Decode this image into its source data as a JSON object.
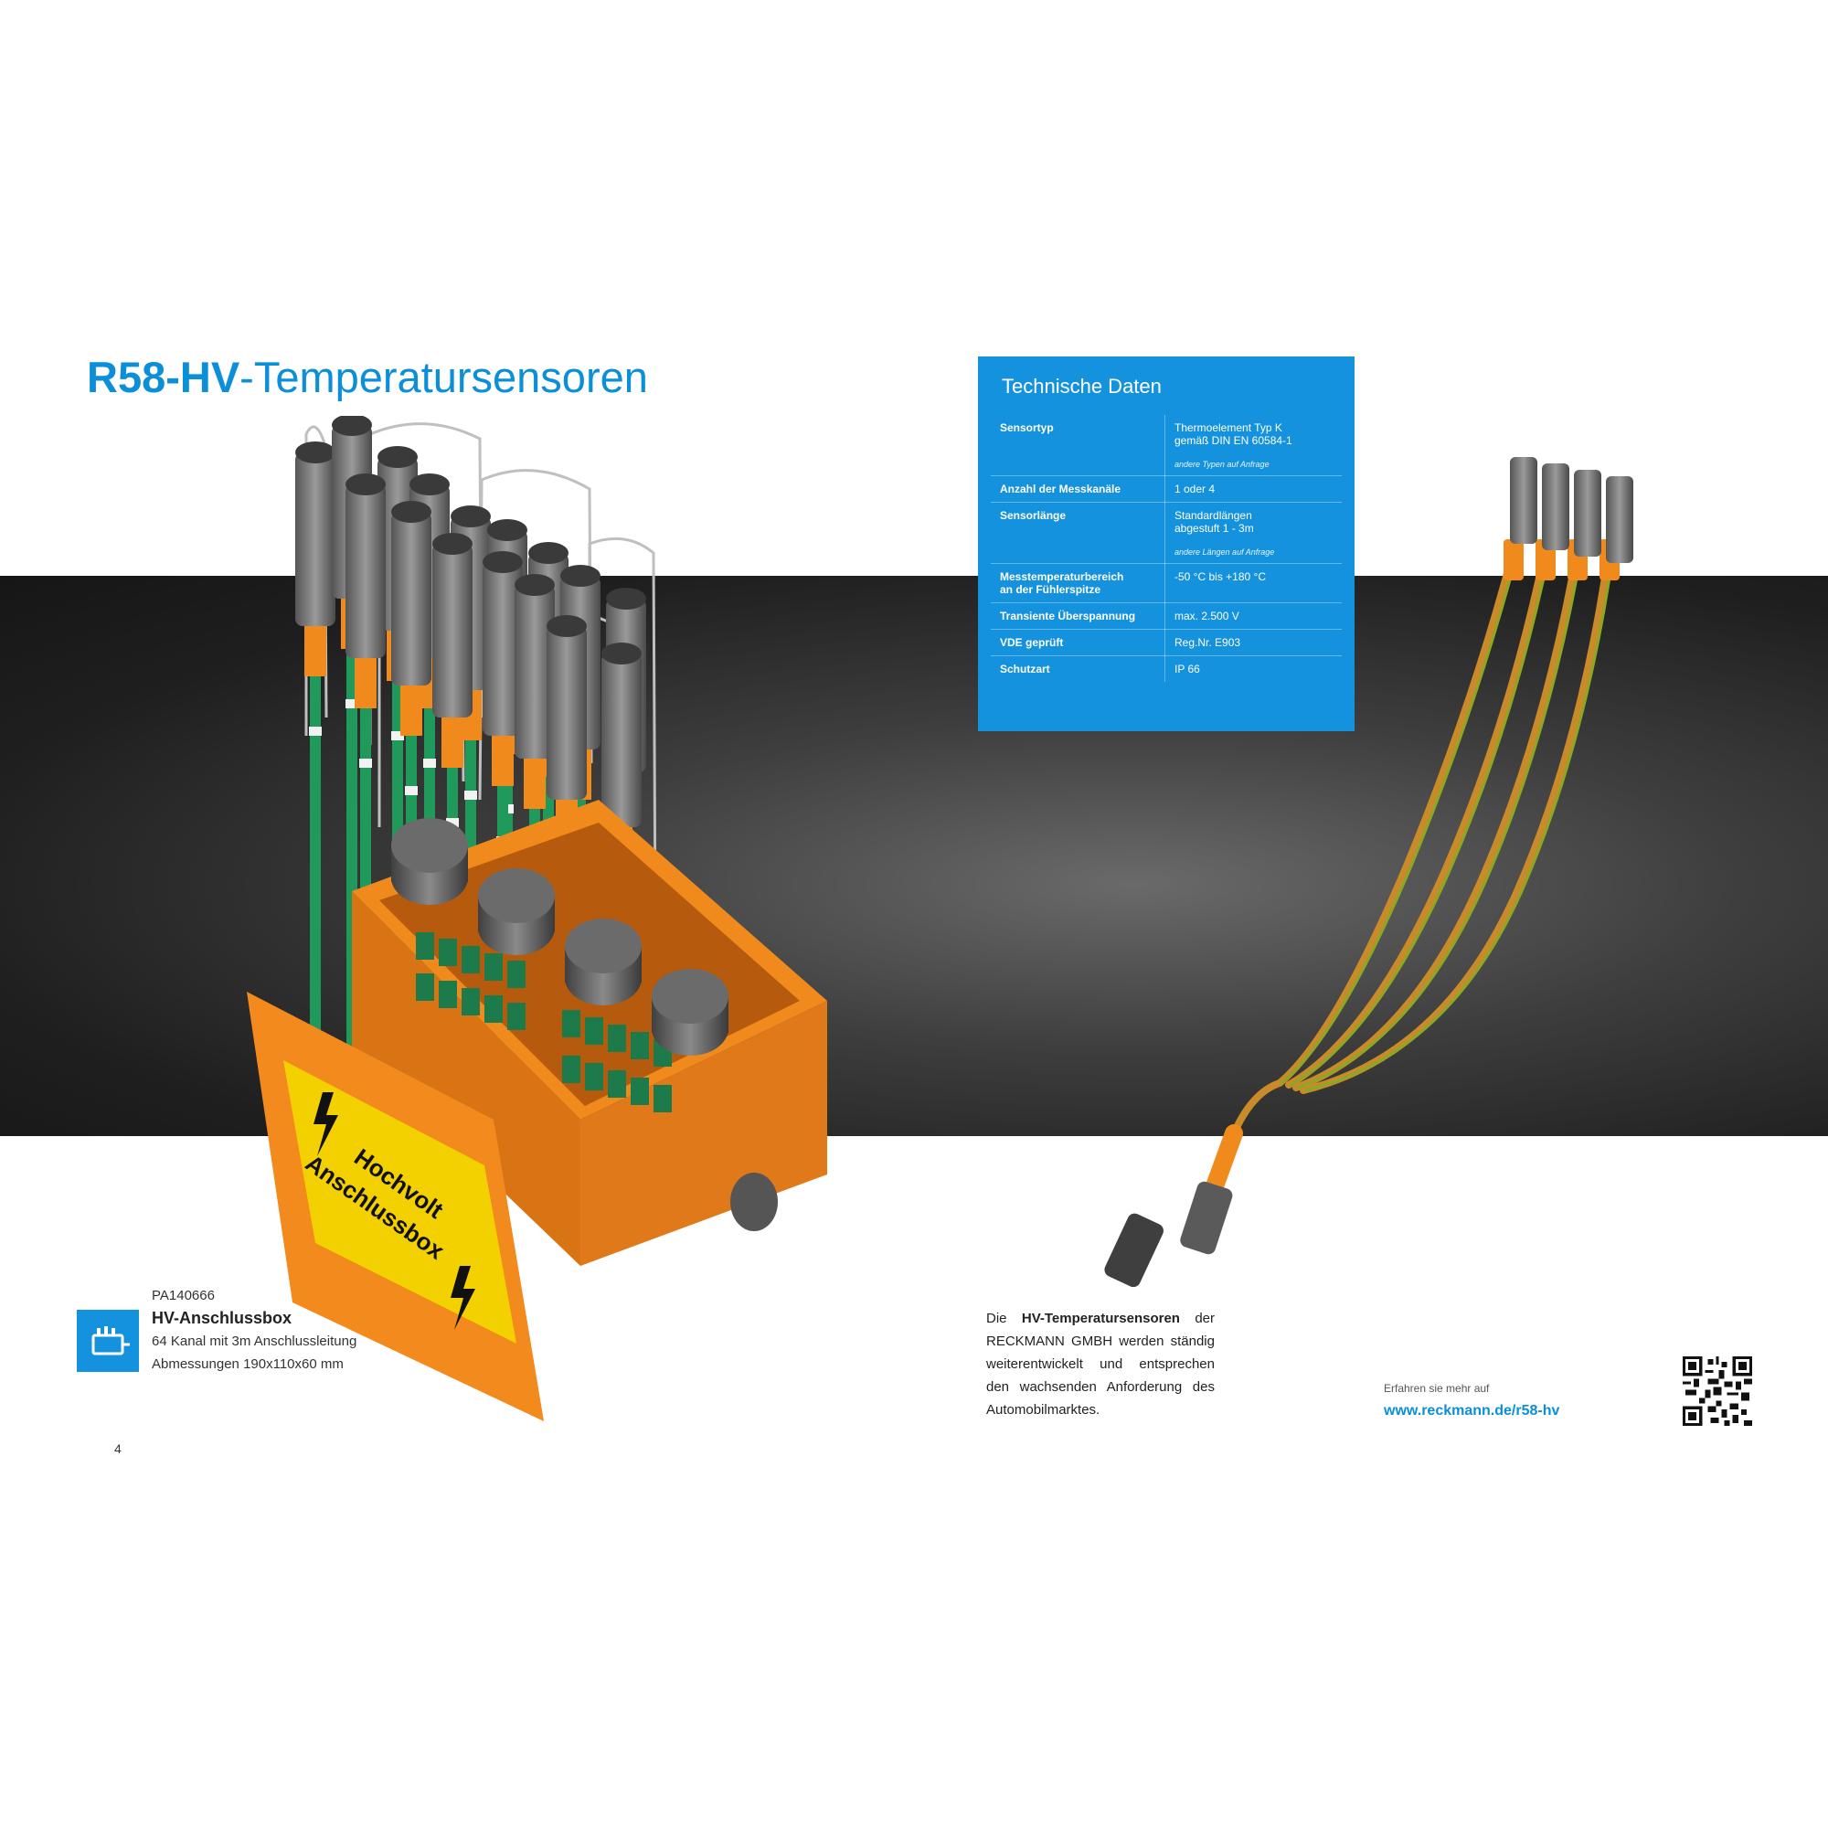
{
  "title": {
    "bold": "R58-HV",
    "rest": "-Temperatursensoren"
  },
  "tech": {
    "title": "Technische Daten",
    "rows": [
      {
        "key": "Sensortyp",
        "value": "Thermoelement Typ K\ngemäß DIN EN 60584-1",
        "note": "andere Typen auf Anfrage"
      },
      {
        "key": "Anzahl der Messkanäle",
        "value": "1 oder 4",
        "note": ""
      },
      {
        "key": "Sensorlänge",
        "value": "Standardlängen\nabgestuft 1 - 3m",
        "note": "andere Längen auf Anfrage"
      },
      {
        "key": "Messtemperaturbereich\nan der Fühlerspitze",
        "value": "-50 °C bis +180 °C",
        "note": ""
      },
      {
        "key": "Transiente Überspannung",
        "value": "max. 2.500 V",
        "note": ""
      },
      {
        "key": "VDE geprüft",
        "value": "Reg.Nr. E903",
        "note": ""
      },
      {
        "key": "Schutzart",
        "value": "IP 66",
        "note": ""
      }
    ]
  },
  "box_label": {
    "line1": "Hochvolt",
    "line2": "Anschlussbox"
  },
  "product": {
    "code": "PA140666",
    "name": "HV-Anschlussbox",
    "desc1": "64 Kanal mit 3m Anschlussleitung",
    "desc2": "Abmessungen 190x110x60 mm"
  },
  "page_number": "4",
  "body": {
    "pre": "Die",
    "bold": "HV-Temperatursensoren",
    "post": "der RECKMANN GMBH werden ständig weiterentwickelt und entsprechen den wachsenden Anforderung des Automobilmarktes."
  },
  "more": {
    "label": "Erfahren sie mehr auf",
    "link": "www.reckmann.de/r58-hv"
  },
  "colors": {
    "accent": "#1492dd",
    "orange": "#f08a1c",
    "band": "#2a2a2a"
  },
  "icons": {
    "product": "junction-box-icon",
    "qr": "qr-code-icon",
    "warning": "high-voltage-icon"
  }
}
